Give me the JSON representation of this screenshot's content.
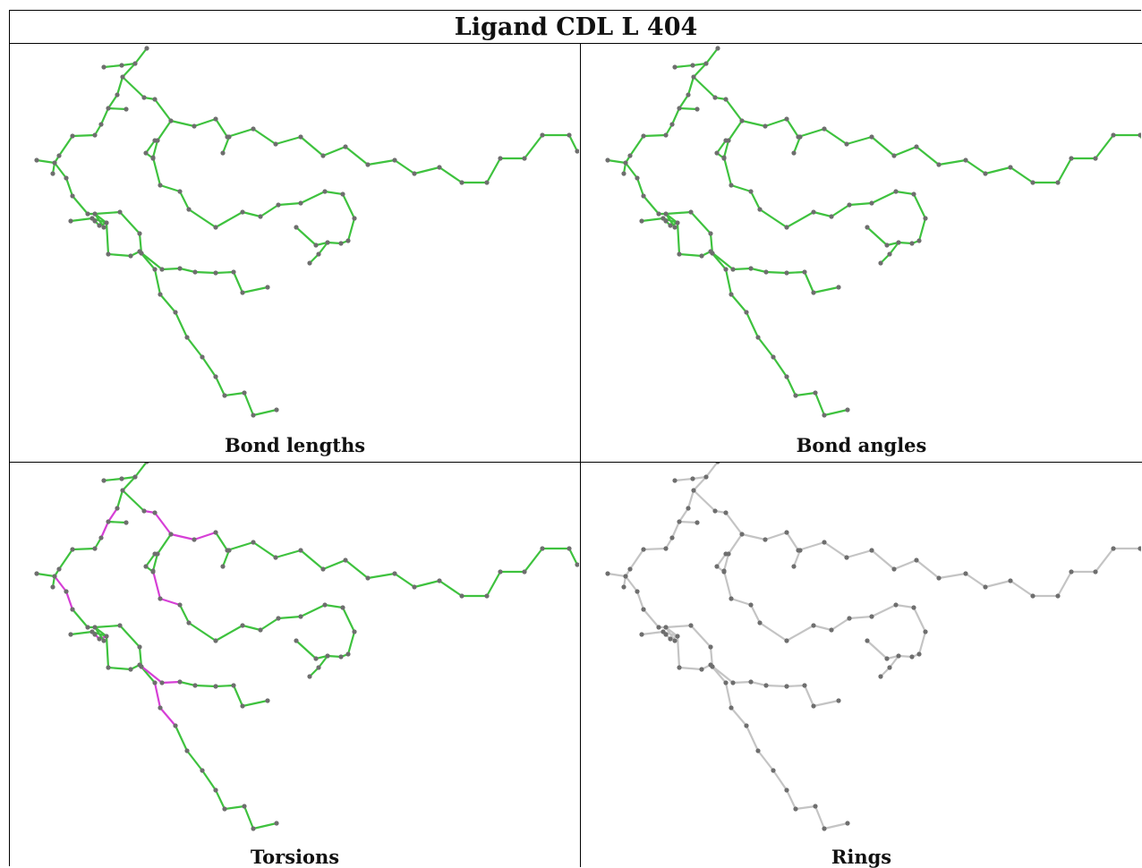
{
  "figure": {
    "title": "Ligand CDL L 404",
    "panels": [
      {
        "caption": "Bond lengths",
        "scheme": "lengths"
      },
      {
        "caption": "Bond angles",
        "scheme": "angles"
      },
      {
        "caption": "Torsions",
        "scheme": "torsions"
      },
      {
        "caption": "Rings",
        "scheme": "rings"
      }
    ]
  },
  "colors": {
    "good_bond": "#3ec23e",
    "outlier_bond": "#d63fd6",
    "neutral_bond": "#c4c4c4",
    "atom": "#6e6e6e"
  }
}
